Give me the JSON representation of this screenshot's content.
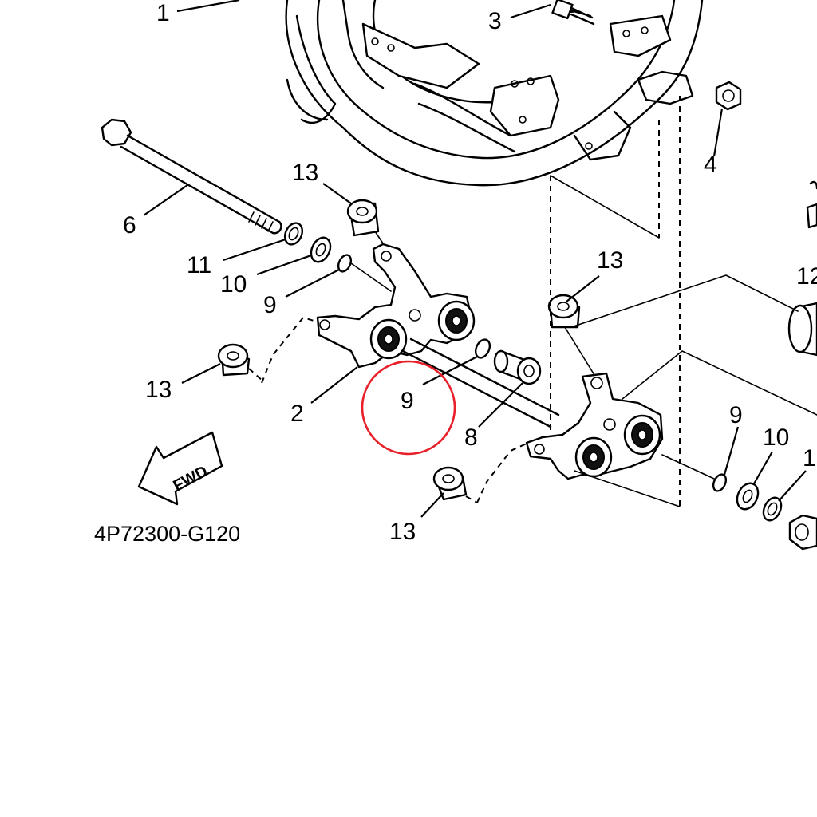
{
  "diagram": {
    "catalog_code": "4P72300-G120",
    "fwd_badge": "FWD",
    "callouts": [
      {
        "id": "c1",
        "label": "1"
      },
      {
        "id": "c3",
        "label": "3"
      },
      {
        "id": "c4",
        "label": "4"
      },
      {
        "id": "c6",
        "label": "6"
      },
      {
        "id": "c13a",
        "label": "13"
      },
      {
        "id": "c11a",
        "label": "11"
      },
      {
        "id": "c10a",
        "label": "10"
      },
      {
        "id": "c9a",
        "label": "9"
      },
      {
        "id": "c13b",
        "label": "13"
      },
      {
        "id": "c12",
        "label": "12"
      },
      {
        "id": "c13c",
        "label": "13"
      },
      {
        "id": "c2",
        "label": "2"
      },
      {
        "id": "c9b",
        "label": "9"
      },
      {
        "id": "c8",
        "label": "8"
      },
      {
        "id": "c9c",
        "label": "9"
      },
      {
        "id": "c10b",
        "label": "10"
      },
      {
        "id": "c11b",
        "label": "1"
      },
      {
        "id": "c13d",
        "label": "13"
      }
    ],
    "highlight": {
      "target": "9",
      "color": "#e8202a"
    }
  }
}
